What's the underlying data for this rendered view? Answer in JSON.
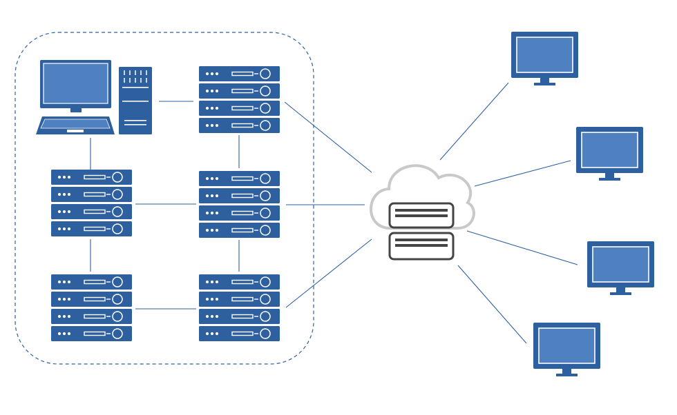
{
  "diagram": {
    "colors": {
      "device": "#2E5F9E",
      "screen": "#4F80BF",
      "screen_border": "#FFFFFF",
      "link": "#2E5F9E",
      "boundary": "#2E5F9E",
      "cloud": "#C9C9C9",
      "cloud_fill": "#FFFFFF",
      "cloud_server": "#444444"
    },
    "local_network": {
      "boundary_style": "dashed rounded rectangle",
      "devices": [
        {
          "id": "workstation",
          "kind": "laptop",
          "icon": "laptop-icon"
        },
        {
          "id": "tower",
          "kind": "tower-pc",
          "icon": "tower-pc-icon"
        },
        {
          "id": "rack-a",
          "kind": "server-rack",
          "units": 4,
          "icon": "server-rack-icon"
        },
        {
          "id": "rack-b",
          "kind": "server-rack",
          "units": 4,
          "icon": "server-rack-icon"
        },
        {
          "id": "rack-c",
          "kind": "server-rack",
          "units": 4,
          "icon": "server-rack-icon"
        },
        {
          "id": "rack-d",
          "kind": "server-rack",
          "units": 4,
          "icon": "server-rack-icon"
        },
        {
          "id": "rack-e",
          "kind": "server-rack",
          "units": 4,
          "icon": "server-rack-icon"
        }
      ]
    },
    "cloud": {
      "id": "cloud-server",
      "kind": "cloud-server",
      "icon": "cloud-server-icon"
    },
    "clients": [
      {
        "id": "client-1",
        "kind": "monitor",
        "icon": "monitor-icon"
      },
      {
        "id": "client-2",
        "kind": "monitor",
        "icon": "monitor-icon"
      },
      {
        "id": "client-3",
        "kind": "monitor",
        "icon": "monitor-icon"
      },
      {
        "id": "client-4",
        "kind": "monitor",
        "icon": "monitor-icon"
      }
    ],
    "links": [
      [
        "workstation",
        "rack-b"
      ],
      [
        "tower",
        "rack-a"
      ],
      [
        "rack-a",
        "rack-c"
      ],
      [
        "rack-b",
        "rack-c"
      ],
      [
        "rack-b",
        "rack-d"
      ],
      [
        "rack-c",
        "rack-e"
      ],
      [
        "rack-d",
        "rack-e"
      ],
      [
        "rack-a",
        "cloud-server"
      ],
      [
        "rack-c",
        "cloud-server"
      ],
      [
        "rack-e",
        "cloud-server"
      ],
      [
        "cloud-server",
        "client-1"
      ],
      [
        "cloud-server",
        "client-2"
      ],
      [
        "cloud-server",
        "client-3"
      ],
      [
        "cloud-server",
        "client-4"
      ]
    ]
  }
}
